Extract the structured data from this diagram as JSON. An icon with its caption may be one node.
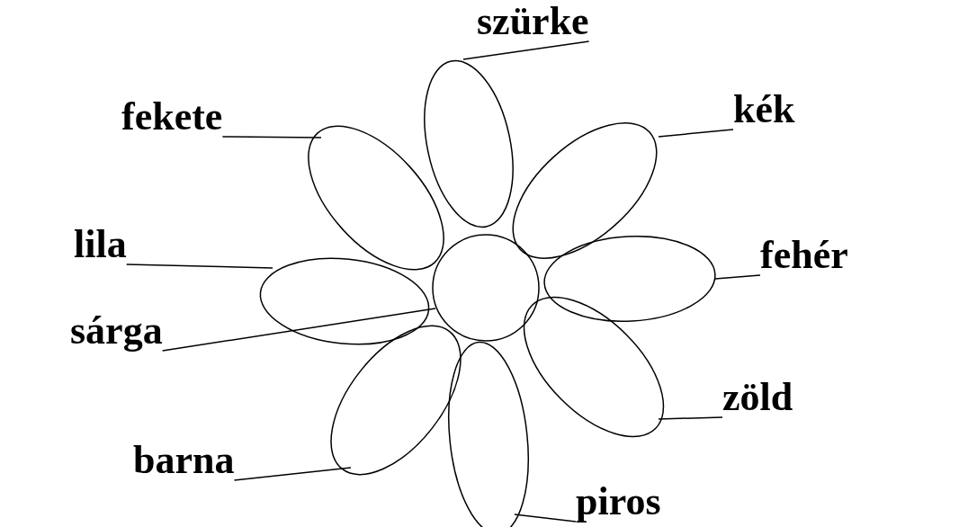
{
  "diagram": {
    "nodes": [
      {
        "text": [
          "szürke"
        ]
      },
      {
        "text": [
          "fekete"
        ]
      },
      {
        "text": [
          "kék"
        ]
      },
      {
        "text": [
          "lila"
        ]
      },
      {
        "text": [
          "fehér"
        ]
      },
      {
        "text": [
          "sárga"
        ]
      },
      {
        "text": [
          "zöld"
        ]
      },
      {
        "text": [
          "barna"
        ]
      },
      {
        "text": [
          "piros"
        ]
      },
      {
        "text": [],
        "shape": "ellipse"
      },
      {
        "text": [],
        "shape": "ellipse"
      },
      {
        "text": [],
        "shape": "ellipse"
      },
      {
        "text": [],
        "shape": "ellipse"
      },
      {
        "text": [],
        "shape": "circle"
      },
      {
        "text": [],
        "shape": "ellipse"
      },
      {
        "text": [],
        "shape": "ellipse"
      },
      {
        "text": [],
        "shape": "ellipse"
      },
      {
        "text": [],
        "shape": "ellipse"
      }
    ],
    "edges": [
      {
        "from": 0,
        "to": 9,
        "arrow": "none"
      },
      {
        "from": 1,
        "to": 10,
        "arrow": "none"
      },
      {
        "from": 2,
        "to": 11,
        "arrow": "none"
      },
      {
        "from": 3,
        "to": 12,
        "arrow": "none"
      },
      {
        "from": 4,
        "to": 14,
        "arrow": "none"
      },
      {
        "from": 5,
        "to": 13,
        "arrow": "none"
      },
      {
        "from": 6,
        "to": 15,
        "arrow": "none"
      },
      {
        "from": 7,
        "to": 16,
        "arrow": "none"
      },
      {
        "from": 8,
        "to": 17,
        "arrow": "none"
      }
    ]
  }
}
